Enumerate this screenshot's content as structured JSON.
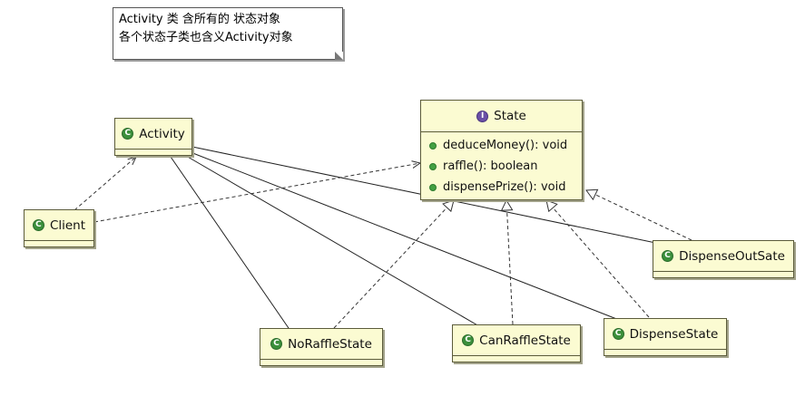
{
  "note": {
    "line1": "Activity 类 含所有的 状态对象",
    "line2": "各个状态子类也含义Activity对象"
  },
  "classes": {
    "activity": "Activity",
    "client": "Client",
    "state": "State",
    "no_raffle": "NoRaffleState",
    "can_raffle": "CanRaffleState",
    "dispense": "DispenseState",
    "dispense_out": "DispenseOutSate"
  },
  "state_methods": [
    "deduceMoney(): void",
    "raffle(): boolean",
    "dispensePrize(): void"
  ],
  "icons": {
    "class_icon": "C",
    "interface_icon": "I"
  },
  "colors": {
    "class_fill": "#fbfbd2",
    "class_icon": "#3b8f3b",
    "interface_icon": "#6a4fa6"
  }
}
